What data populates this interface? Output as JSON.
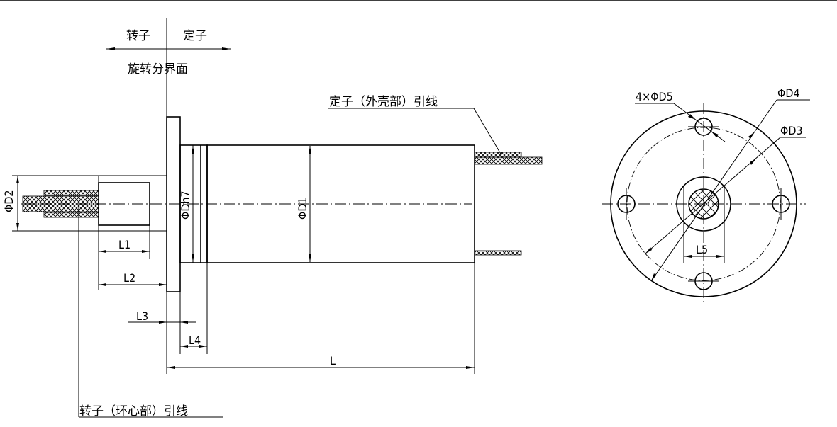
{
  "drawing": {
    "title": "Slip ring outline dimension drawing",
    "side_view": {
      "rotor_label": "转子",
      "stator_label": "定子",
      "interface_label": "旋转分界面",
      "stator_lead_label": "定子（外壳部）引线",
      "rotor_lead_label": "转子（环心部）引线",
      "dimensions": {
        "d2": "ΦD2",
        "dh7": "ΦDh7",
        "d1": "ΦD1",
        "l1": "L1",
        "l2": "L2",
        "l3": "L3",
        "l4": "L4",
        "l": "L"
      }
    },
    "end_view": {
      "holes_label": "4×ΦD5",
      "d4": "ΦD4",
      "d3": "ΦD3",
      "l5": "L5",
      "hole_count": 4
    },
    "colors": {
      "line": "#000000",
      "background": "#ffffff"
    }
  }
}
